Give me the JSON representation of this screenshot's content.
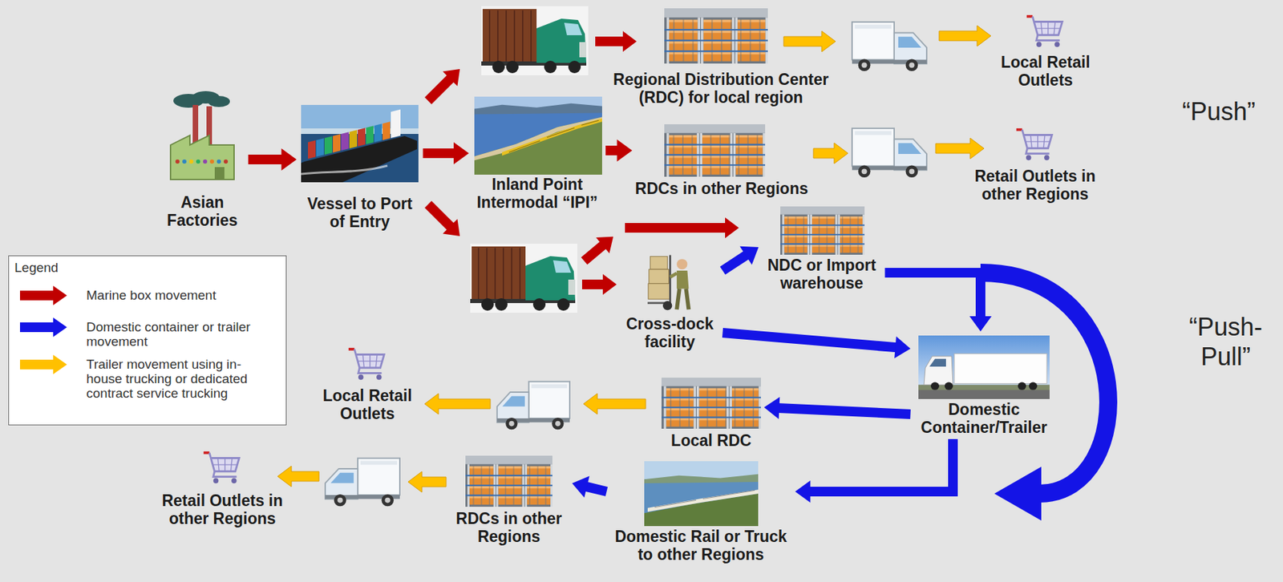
{
  "diagram": {
    "nodes": [
      {
        "text": [
          "Asian Factories"
        ]
      },
      {
        "text": [
          "Vessel to Port of Entry"
        ]
      },
      {
        "text": [
          "Regional Distribution Center (RDC) for local region"
        ]
      },
      {
        "text": [
          "Local Retail Outlets"
        ]
      },
      {
        "text": [
          "Inland Point Intermodal “IPI”"
        ]
      },
      {
        "text": [
          "RDCs in other Regions"
        ]
      },
      {
        "text": [
          "Retail Outlets in other Regions"
        ]
      },
      {
        "text": [
          "NDC or Import warehouse"
        ]
      },
      {
        "text": [
          "Cross-dock facility"
        ]
      },
      {
        "text": [
          "Domestic Container/Trailer"
        ]
      },
      {
        "text": [
          "Local RDC"
        ]
      },
      {
        "text": [
          "Local Retail Outlets"
        ]
      },
      {
        "text": [
          "Domestic Rail or Truck to other Regions"
        ]
      },
      {
        "text": [
          "RDCs in other Regions"
        ]
      },
      {
        "text": [
          "Retail Outlets in other Regions"
        ]
      }
    ],
    "edges": [
      {
        "from": 0,
        "to": 1,
        "arrow": "to"
      },
      {
        "from": 1,
        "to": 4,
        "arrow": "to"
      },
      {
        "from": 4,
        "to": 5,
        "arrow": "to"
      },
      {
        "from": 8,
        "to": 7,
        "arrow": "to"
      },
      {
        "from": 8,
        "to": 9,
        "arrow": "to"
      },
      {
        "from": 7,
        "to": 9,
        "arrow": "to"
      },
      {
        "from": 9,
        "to": 10,
        "arrow": "to"
      },
      {
        "from": 9,
        "to": 12,
        "arrow": "to"
      },
      {
        "from": 12,
        "to": 13,
        "arrow": "to"
      }
    ],
    "labels": [
      "“Push”",
      "“Push-Pull”",
      "Legend"
    ],
    "legend": [
      {
        "text": "Marine box movement",
        "color": "#c00000"
      },
      {
        "text": "Domestic container or trailer movement",
        "color": "#1414e6"
      },
      {
        "text": "Trailer movement using in-house trucking or dedicated contract service trucking",
        "color": "#ffc000"
      }
    ]
  }
}
